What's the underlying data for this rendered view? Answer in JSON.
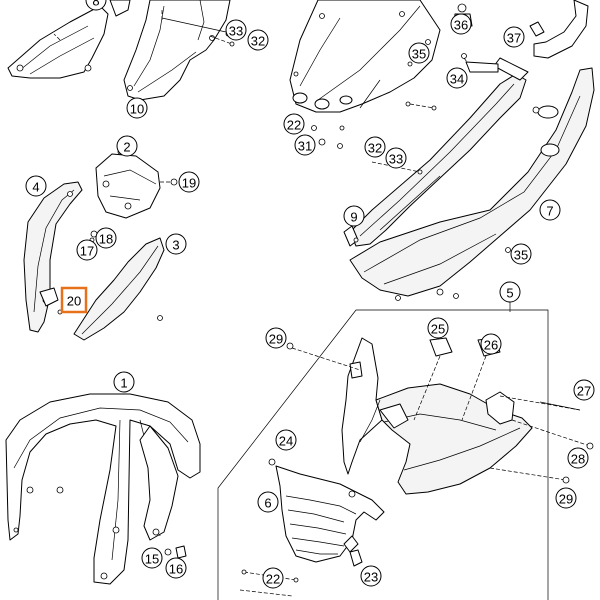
{
  "diagram": {
    "title": "Exploded parts diagram",
    "highlight_color": "#e8721c",
    "line_color": "#000000",
    "callouts": [
      {
        "id": "c1",
        "label": "1",
        "highlighted": false
      },
      {
        "id": "c2",
        "label": "2",
        "highlighted": false
      },
      {
        "id": "c3",
        "label": "3",
        "highlighted": false
      },
      {
        "id": "c4",
        "label": "4",
        "highlighted": false
      },
      {
        "id": "c5",
        "label": "5",
        "highlighted": false
      },
      {
        "id": "c6",
        "label": "6",
        "highlighted": false
      },
      {
        "id": "c7",
        "label": "7",
        "highlighted": false
      },
      {
        "id": "c8",
        "label": "8",
        "highlighted": false
      },
      {
        "id": "c9",
        "label": "9",
        "highlighted": false
      },
      {
        "id": "c10",
        "label": "10",
        "highlighted": false
      },
      {
        "id": "c15",
        "label": "15",
        "highlighted": false
      },
      {
        "id": "c16",
        "label": "16",
        "highlighted": false
      },
      {
        "id": "c17",
        "label": "17",
        "highlighted": false
      },
      {
        "id": "c18",
        "label": "18",
        "highlighted": false
      },
      {
        "id": "c19",
        "label": "19",
        "highlighted": false
      },
      {
        "id": "c20",
        "label": "20",
        "highlighted": true
      },
      {
        "id": "c22a",
        "label": "22",
        "highlighted": false
      },
      {
        "id": "c22b",
        "label": "22",
        "highlighted": false
      },
      {
        "id": "c23",
        "label": "23",
        "highlighted": false
      },
      {
        "id": "c24",
        "label": "24",
        "highlighted": false
      },
      {
        "id": "c25",
        "label": "25",
        "highlighted": false
      },
      {
        "id": "c26",
        "label": "26",
        "highlighted": false
      },
      {
        "id": "c27",
        "label": "27",
        "highlighted": false
      },
      {
        "id": "c28",
        "label": "28",
        "highlighted": false
      },
      {
        "id": "c29a",
        "label": "29",
        "highlighted": false
      },
      {
        "id": "c29b",
        "label": "29",
        "highlighted": false
      },
      {
        "id": "c31",
        "label": "31",
        "highlighted": false
      },
      {
        "id": "c32a",
        "label": "32",
        "highlighted": false
      },
      {
        "id": "c32b",
        "label": "32",
        "highlighted": false
      },
      {
        "id": "c33a",
        "label": "33",
        "highlighted": false
      },
      {
        "id": "c33b",
        "label": "33",
        "highlighted": false
      },
      {
        "id": "c34",
        "label": "34",
        "highlighted": false
      },
      {
        "id": "c35a",
        "label": "35",
        "highlighted": false
      },
      {
        "id": "c35b",
        "label": "35",
        "highlighted": false
      },
      {
        "id": "c36",
        "label": "36",
        "highlighted": false
      },
      {
        "id": "c37",
        "label": "37",
        "highlighted": false
      }
    ]
  }
}
